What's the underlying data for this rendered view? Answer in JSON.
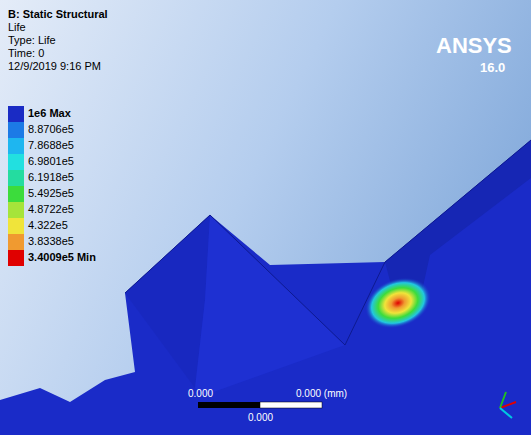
{
  "diagram": {
    "labels": [
      "B: Static Structural",
      "Life",
      "Type: Life",
      "Time: 0",
      "12/9/2019 9:16 PM",
      "ANSYS",
      "16.0",
      "0.000",
      "0.000 (mm)",
      "0.000"
    ],
    "legend": [
      {
        "text": "1e6 Max",
        "color": "#1a2bc4"
      },
      {
        "text": "8.8706e5",
        "color": "#1c7ae6"
      },
      {
        "text": "7.8688e5",
        "color": "#1eb6f0"
      },
      {
        "text": "6.9801e5",
        "color": "#22e0e0"
      },
      {
        "text": "6.1918e5",
        "color": "#24dca0"
      },
      {
        "text": "5.4925e5",
        "color": "#3cdc3c"
      },
      {
        "text": "4.8722e5",
        "color": "#a6e43a"
      },
      {
        "text": "4.322e5",
        "color": "#f0e43a"
      },
      {
        "text": "3.8338e5",
        "color": "#f09a30"
      },
      {
        "text": "3.4009e5 Min",
        "color": "#e00000"
      }
    ]
  }
}
